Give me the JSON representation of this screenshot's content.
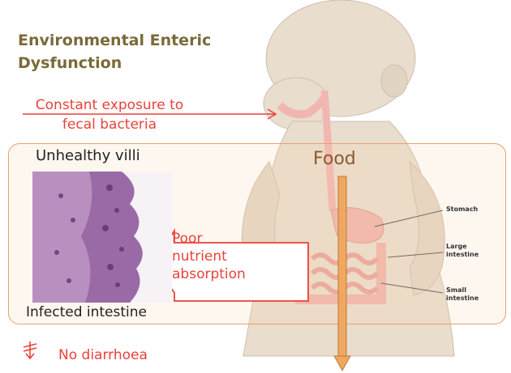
{
  "title": "Environmental Enteric Dysfunction",
  "exposure_label": "Constant exposure to fecal bacteria",
  "food_label": "Food",
  "unhealthy_label": "Unhealthy villi",
  "infected_label": "Infected intestine",
  "poor_absorption_label": "Poor nutrient absorption",
  "no_diarrhoea_label": "No diarrhoea",
  "organs": {
    "stomach": "Stomach",
    "large_intestine": "Large intestine",
    "small_intestine": "Small intestine"
  },
  "colors": {
    "title": "#7a6a3a",
    "red": "#e8423a",
    "panel_border": "#e8a070",
    "food_arrow": "#f0a860",
    "skin": "#e8dccc"
  }
}
